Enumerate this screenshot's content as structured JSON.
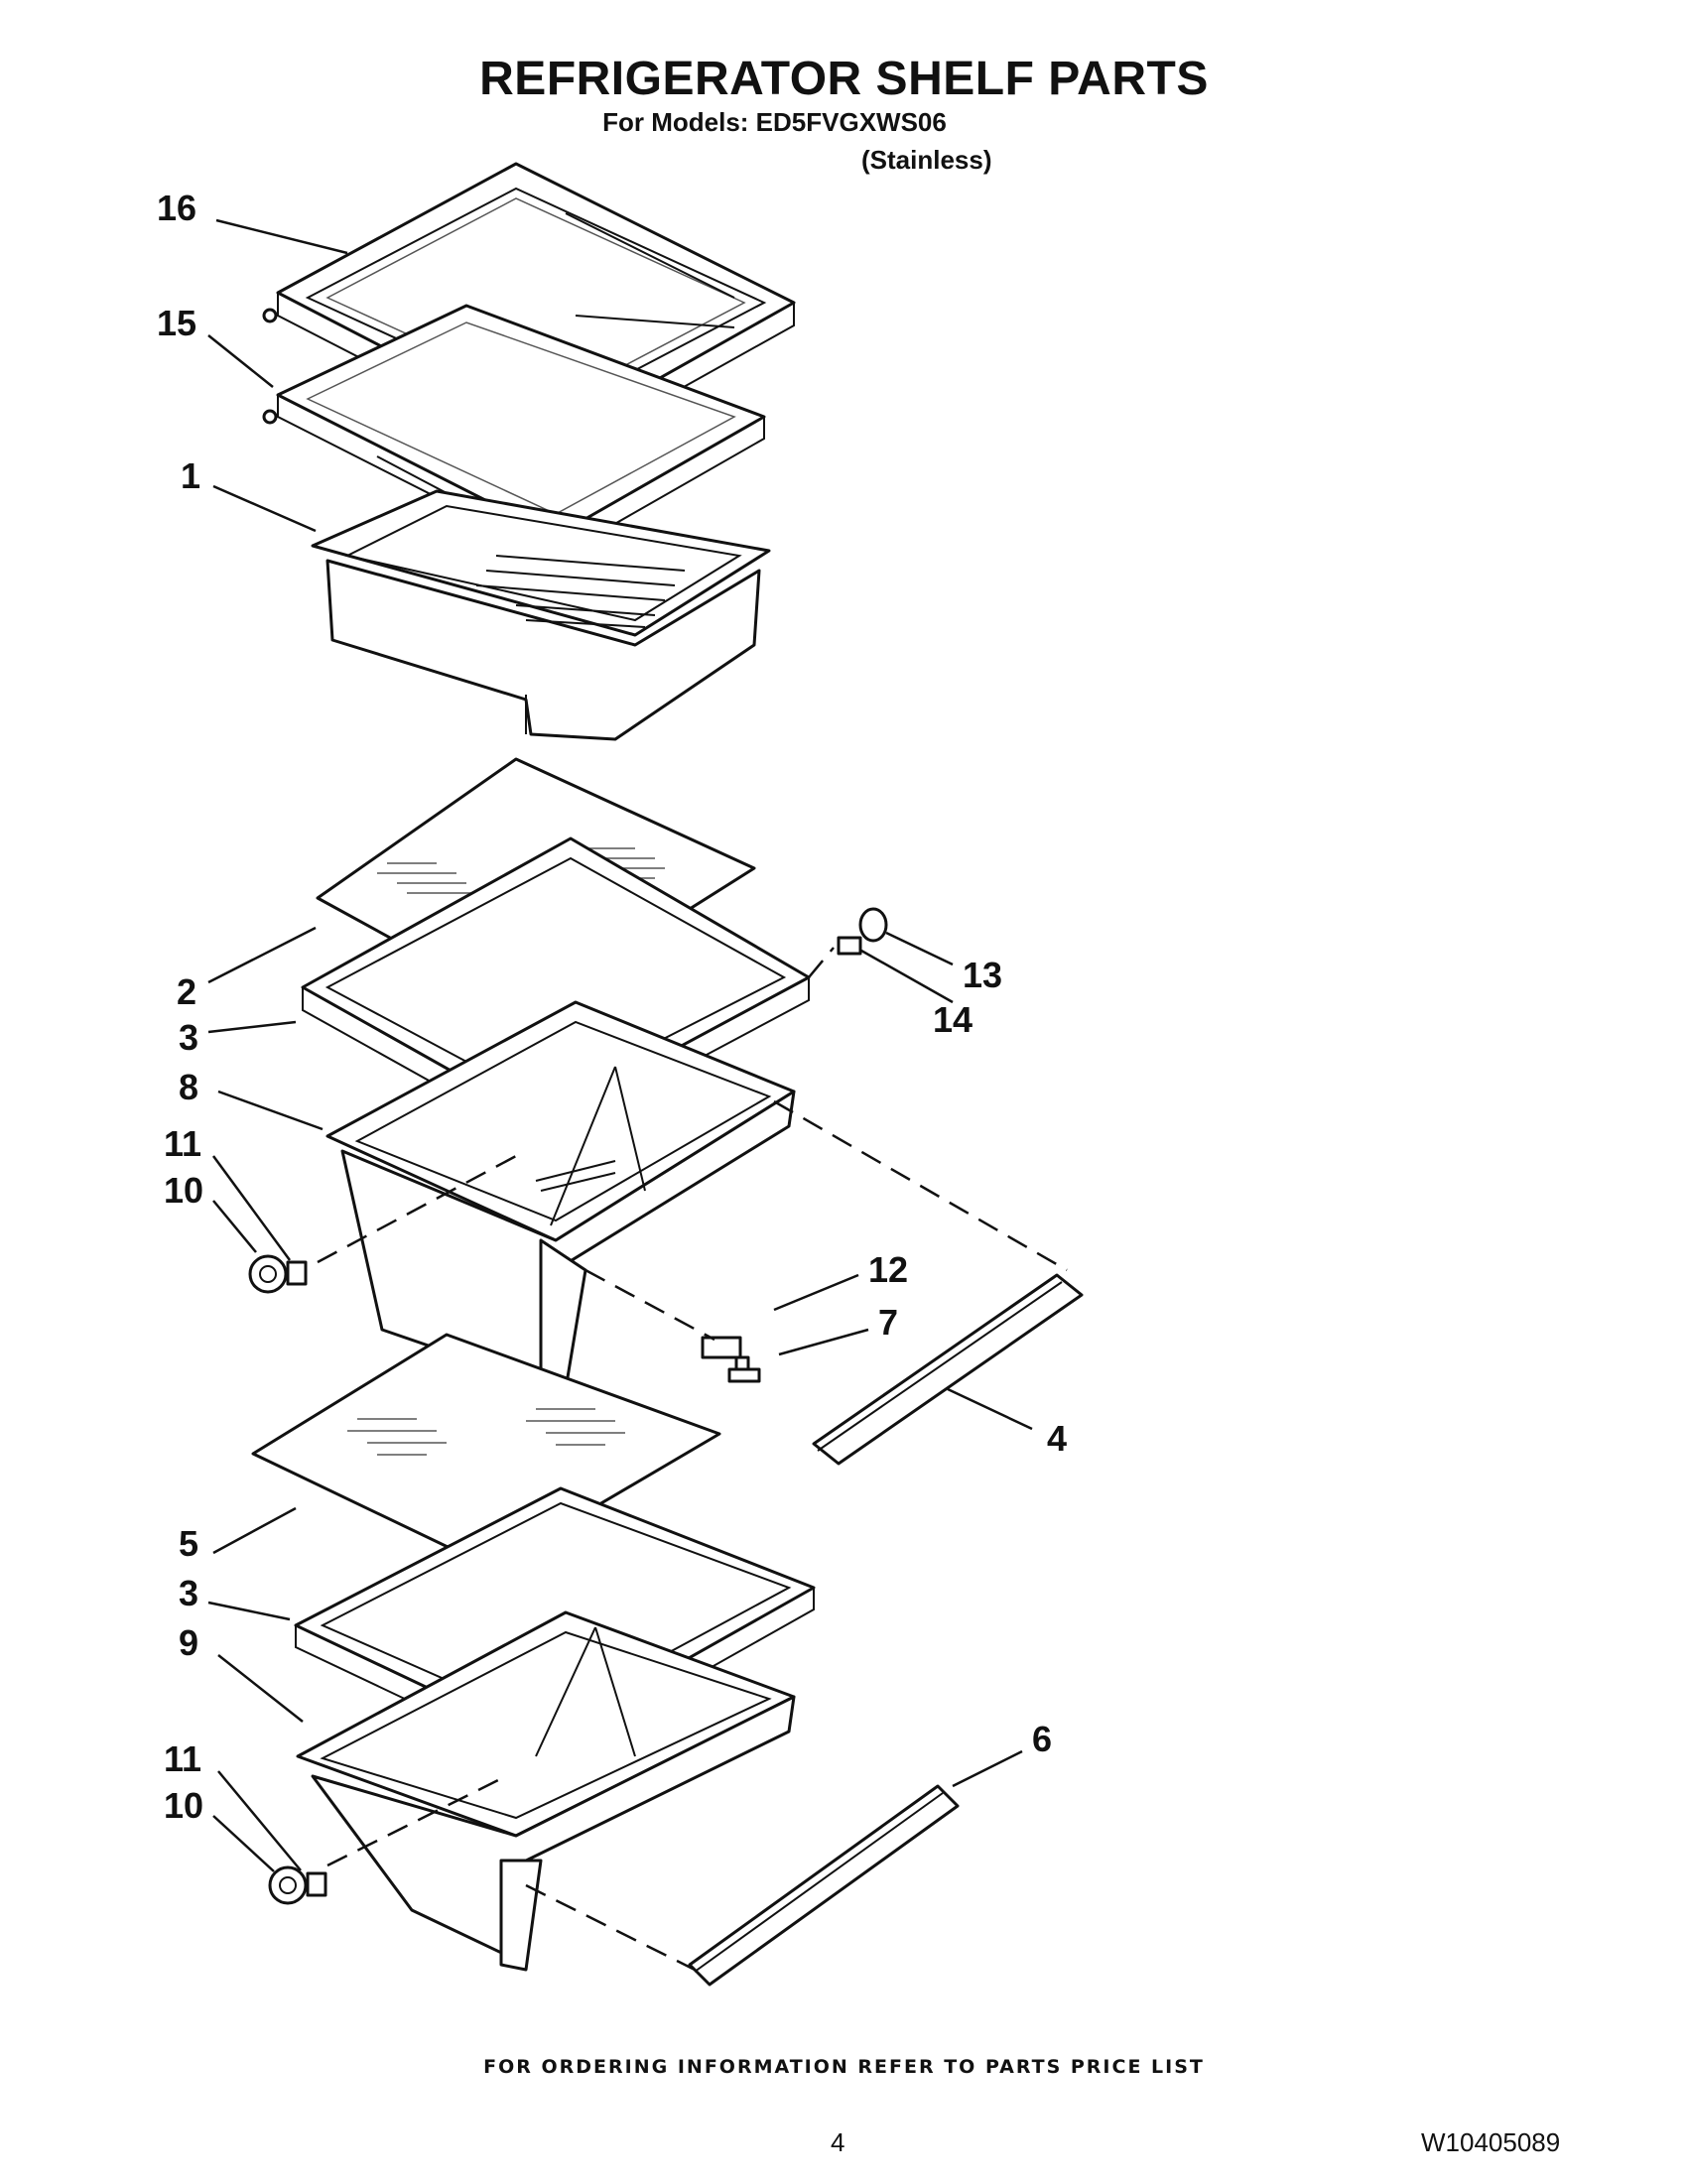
{
  "header": {
    "title": "REFRIGERATOR SHELF PARTS",
    "models_line": "For Models: ED5FVGXWS06",
    "finish": "(Stainless)"
  },
  "callouts": {
    "c16": "16",
    "c15": "15",
    "c1": "1",
    "c2": "2",
    "c3a": "3",
    "c8": "8",
    "c11a": "11",
    "c10a": "10",
    "c13": "13",
    "c14": "14",
    "c12": "12",
    "c7": "7",
    "c4": "4",
    "c5": "5",
    "c3b": "3",
    "c9": "9",
    "c11b": "11",
    "c10b": "10",
    "c6": "6"
  },
  "footer": {
    "ordering_note": "FOR ORDERING INFORMATION REFER TO PARTS PRICE LIST",
    "page_number": "4",
    "document_number": "W10405089"
  }
}
